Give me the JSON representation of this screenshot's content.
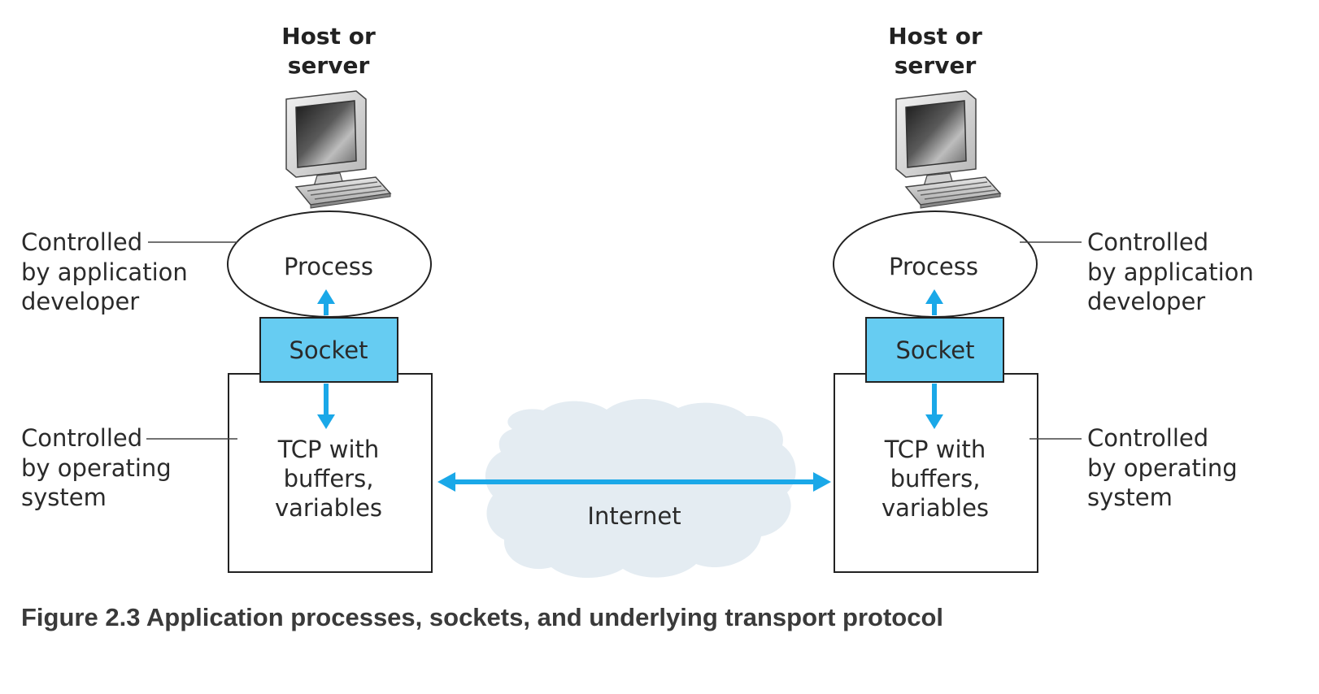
{
  "left_host": {
    "title_line1": "Host or",
    "title_line2": "server",
    "process_label": "Process",
    "socket_label": "Socket",
    "tcp_line1": "TCP with",
    "tcp_line2": "buffers,",
    "tcp_line3": "variables"
  },
  "right_host": {
    "title_line1": "Host or",
    "title_line2": "server",
    "process_label": "Process",
    "socket_label": "Socket",
    "tcp_line1": "TCP with",
    "tcp_line2": "buffers,",
    "tcp_line3": "variables"
  },
  "annotations": {
    "app_dev_left": [
      "Controlled",
      "by application",
      "developer"
    ],
    "os_left": [
      "Controlled",
      "by operating",
      "system"
    ],
    "app_dev_right": [
      "Controlled",
      "by application",
      "developer"
    ],
    "os_right": [
      "Controlled",
      "by operating",
      "system"
    ]
  },
  "network": {
    "label": "Internet"
  },
  "caption": "Figure 2.3 Application processes, sockets, and underlying transport protocol",
  "colors": {
    "socket_fill": "#66ccf2",
    "arrow": "#1aa8e8",
    "cloud_fill": "#e4ecf2",
    "outline": "#222222"
  }
}
